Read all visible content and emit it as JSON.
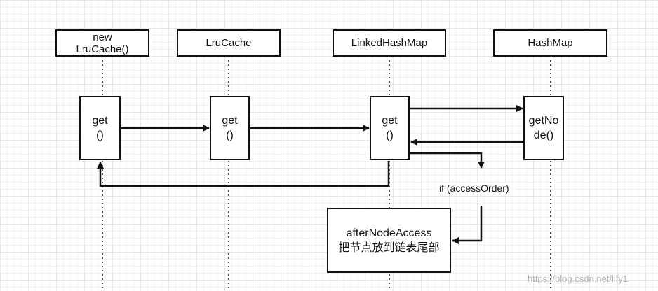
{
  "participants": {
    "new_lrucache": "new\nLruCache()",
    "lrucache": "LruCache",
    "linkedhashmap": "LinkedHashMap",
    "hashmap": "HashMap"
  },
  "activations": {
    "new_lrucache_get": "get\n()",
    "lrucache_get": "get\n()",
    "linkedhashmap_get": "get\n()",
    "hashmap_getnode": "getNo\nde()"
  },
  "condition": "if (accessOrder)",
  "after_node_access": "afterNodeAccess\n把节点放到链表尾部",
  "watermark": "https://blog.csdn.net/lify1"
}
